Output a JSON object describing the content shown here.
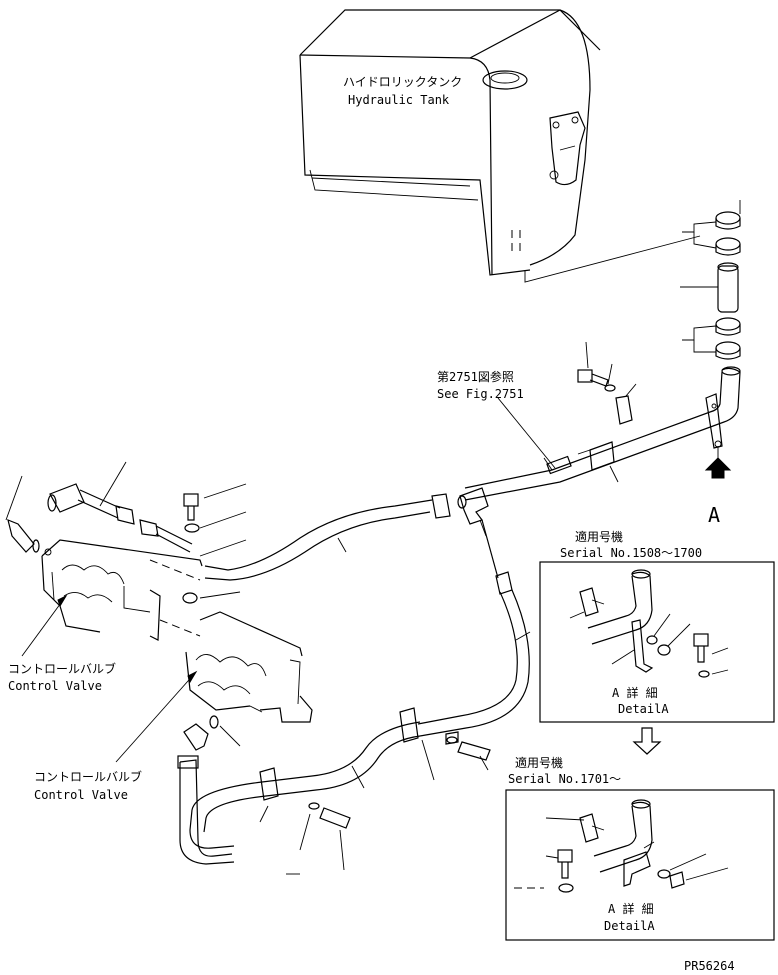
{
  "labels": {
    "hydraulic_tank_jp": "ハイドロリックタンク",
    "hydraulic_tank_en": "Hydraulic Tank",
    "see_fig_jp": "第2751図参照",
    "see_fig_en": "See Fig.2751",
    "arrow_letter": "A",
    "control_valve_jp": "コントロールバルブ",
    "control_valve_en": "Control Valve",
    "drawing_number": "PR56264"
  },
  "detail_boxes": [
    {
      "applicable_jp": "適用号機",
      "serial": "Serial No.1508～1700",
      "detail_jp": "A 詳 細",
      "detail_en": "DetailA"
    },
    {
      "applicable_jp": "適用号機",
      "serial": "Serial No.1701～",
      "detail_jp": "A 詳 細",
      "detail_en": "DetailA"
    }
  ]
}
